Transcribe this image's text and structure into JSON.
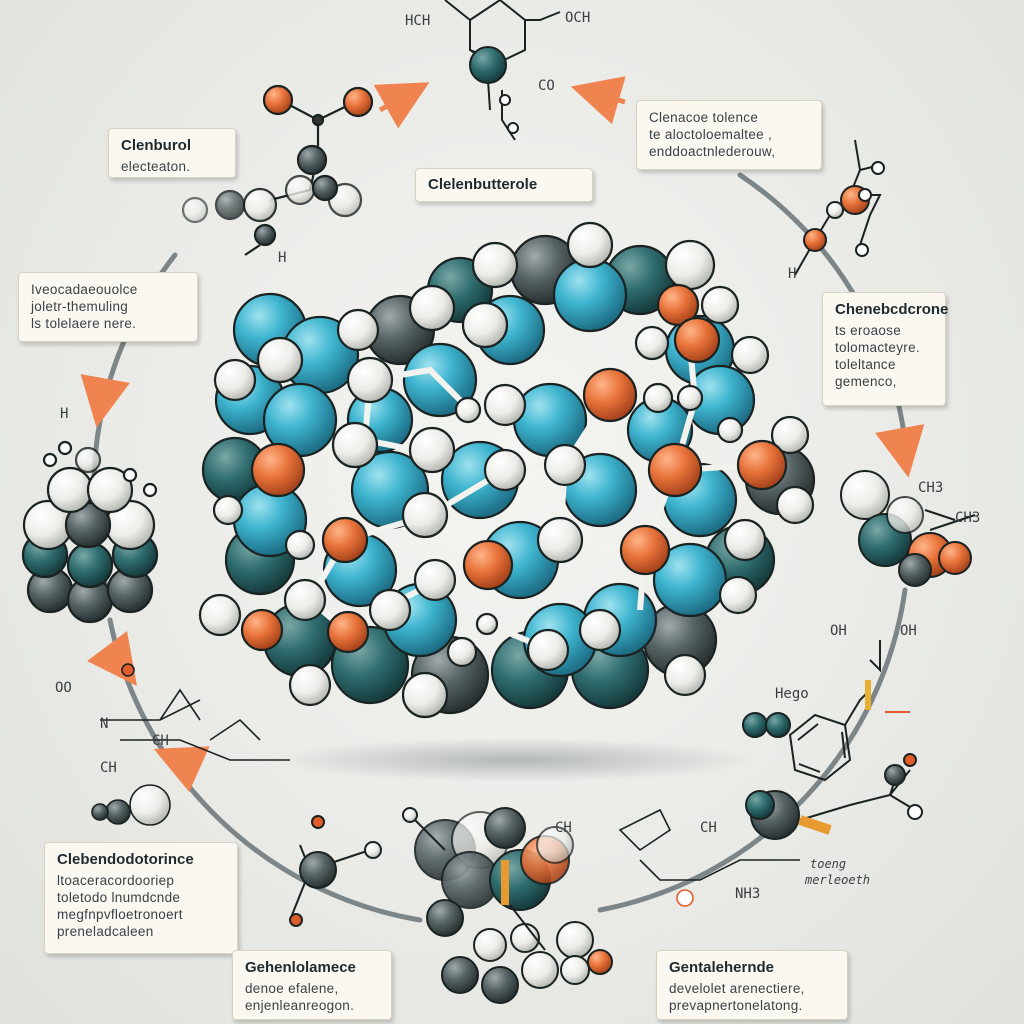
{
  "cards": {
    "top_left": {
      "title": "Clenburol",
      "lines": [
        "electeaton."
      ]
    },
    "top_center": {
      "title": "Clelenbutterole",
      "lines": []
    },
    "top_right": {
      "title": "",
      "lines": [
        "Clenacoe tolence",
        "te aloctoloemaltee ,",
        "enddoactnlederouw,"
      ]
    },
    "left": {
      "title": "",
      "lines": [
        "Iveocadaeouolce",
        "joletr-themuling",
        "ls tolelaere nere."
      ]
    },
    "right": {
      "title": "Chenebcdcrone",
      "lines": [
        "ts eroaose",
        "tolomacteyre.",
        "toleltance",
        "gemenco,"
      ]
    },
    "bottom_left": {
      "title": "Clebendodotorince",
      "lines": [
        "ltoaceracordooriep",
        "toletodo lnumdcnde",
        "megfnpvfloetronoert",
        "preneladcaleen"
      ]
    },
    "bottom_center": {
      "title": "Gehenlolamece",
      "lines": [
        "denoe efalene,",
        "enjenleanreogon."
      ]
    },
    "bottom_right": {
      "title": "Gentalehernde",
      "lines": [
        "develolet arenectiere,",
        "prevapnertonelatong."
      ]
    }
  },
  "annotations": {
    "right_small": "toeng",
    "right_small2": "merleoeth"
  },
  "chem_labels": {
    "hc_top": "HCH",
    "oc_top": "OCH",
    "co_top": "CO",
    "ch3_right": "CH3",
    "ch3_right2": "CH3",
    "oh_left": "OH",
    "oh_right": "OH",
    "hego": "Hego",
    "ch_bl": "CH",
    "n_bl": "N",
    "ch2_bl": "CH",
    "ch3_bc": "CH",
    "ch_bc2": "CH",
    "nh3": "NH3",
    "h_left": "H",
    "h_left2": "H",
    "h_top": "H",
    "oo_left": "OO"
  },
  "colors": {
    "cyan": "#3fb5d0",
    "teal_dark": "#2f6d6f",
    "grey_dark": "#4b5658",
    "white_atom": "#f2f2ee",
    "orange": "#e8733a",
    "arrow": "#f08450"
  },
  "icons": [
    "molecule-icon",
    "arrow-icon"
  ]
}
